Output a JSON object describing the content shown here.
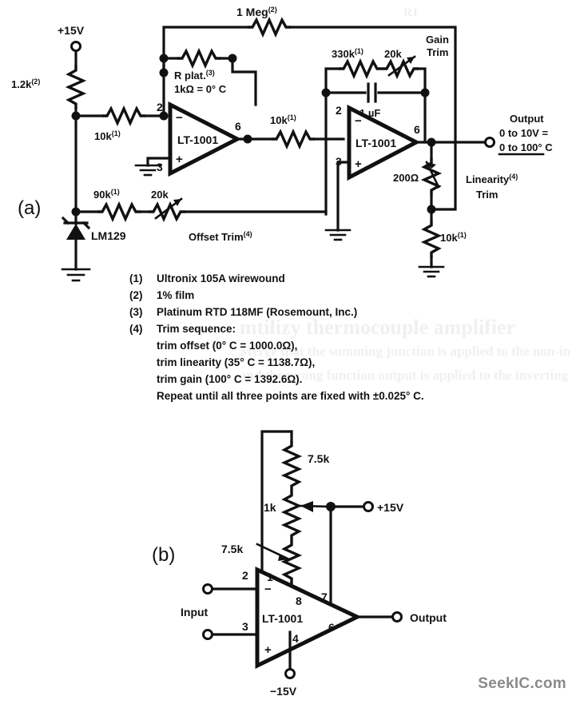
{
  "figure": {
    "panel_a_label": "(a)",
    "panel_b_label": "(b)",
    "watermark": "SeekIC.com"
  },
  "circuit_a": {
    "supply_label": "+15V",
    "r_bias": "1.2k",
    "r_bias_note": "(2)",
    "r_in1": "10k",
    "r_in1_note": "(1)",
    "r_feedback_big": "1 Meg",
    "r_feedback_big_note": "(2)",
    "rtd_label_line1": "R plat.",
    "rtd_label_line1_note": "(3)",
    "rtd_label_line2": "1kΩ = 0° C",
    "opamp1_name": "LT-1001",
    "opamp1_pin_inv": "2",
    "opamp1_pin_noninv": "3",
    "opamp1_pin_out": "6",
    "r_stage2_in": "10k",
    "r_stage2_in_note": "(1)",
    "r_gain": "330k",
    "r_gain_note": "(1)",
    "pot_gain": "20k",
    "gain_trim_line1": "Gain",
    "gain_trim_line2": "Trim",
    "cap_feedback": "1 µF",
    "opamp2_name": "LT-1001",
    "opamp2_pin_inv": "2",
    "opamp2_pin_noninv": "3",
    "opamp2_pin_out": "6",
    "pot_linearity": "200Ω",
    "linearity_trim_line1": "Linearity",
    "linearity_trim_note": "(4)",
    "linearity_trim_line2": "Trim",
    "r_lin_bottom": "10k",
    "r_lin_bottom_note": "(1)",
    "output_line1": "Output",
    "output_line2": "0 to 10V =",
    "output_line3": "0 to 100° C",
    "r_offset": "90k",
    "r_offset_note": "(1)",
    "pot_offset": "20k",
    "offset_trim_label": "Offset Trim",
    "offset_trim_note": "(4)",
    "reference_diode": "LM129"
  },
  "notes": [
    {
      "marker": "(1)",
      "text": "Ultronix 105A wirewound"
    },
    {
      "marker": "(2)",
      "text": "1% film"
    },
    {
      "marker": "(3)",
      "text": "Platinum RTD 118MF (Rosemount, Inc.)"
    },
    {
      "marker": "(4)",
      "text": "Trim sequence:"
    }
  ],
  "notes_continued": [
    "trim offset (0° C = 1000.0Ω),",
    "trim linearity (35° C = 1138.7Ω),",
    "trim gain (100° C = 1392.6Ω).",
    "Repeat until all three points are fixed with ±0.025° C."
  ],
  "circuit_b": {
    "r_top": "7.5k",
    "pot_center": "1k",
    "r_bottom": "7.5k",
    "supply_pos": "+15V",
    "supply_neg": "−15V",
    "opamp_name": "LT-1001",
    "pin_1": "1",
    "pin_2": "2",
    "pin_3": "3",
    "pin_4": "4",
    "pin_6": "6",
    "pin_7": "7",
    "pin_8": "8",
    "input_label": "Input",
    "output_label": "Output"
  },
  "colors": {
    "ink": "#111111",
    "background": "#ffffff",
    "watermark": "#8a8a8a"
  }
}
